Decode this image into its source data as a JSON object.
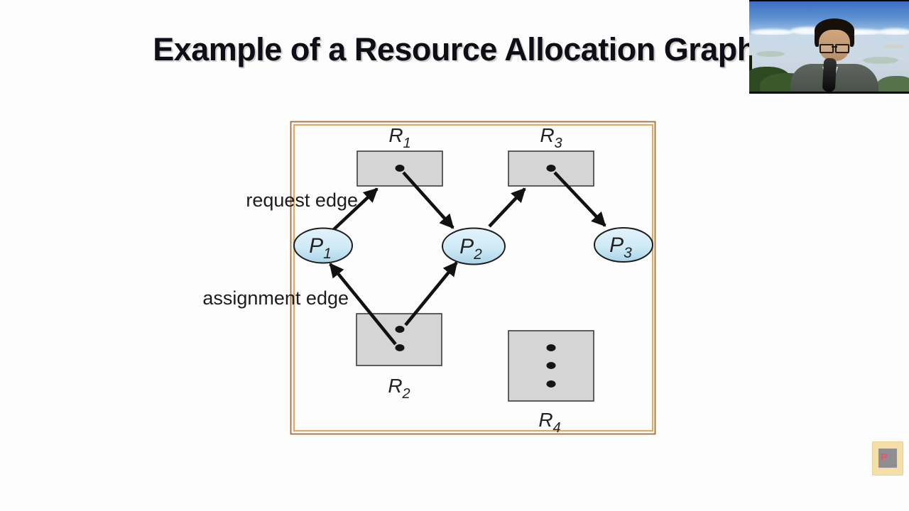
{
  "slide": {
    "title": "Example of a Resource Allocation Graph"
  },
  "labels": {
    "request_edge": "request edge",
    "assignment_edge": "assignment edge"
  },
  "graph": {
    "nodes": {
      "r1": {
        "base": "R",
        "sub": "1"
      },
      "r2": {
        "base": "R",
        "sub": "2"
      },
      "r3": {
        "base": "R",
        "sub": "3"
      },
      "r4": {
        "base": "R",
        "sub": "4"
      },
      "p1": {
        "base": "P",
        "sub": "1"
      },
      "p2": {
        "base": "P",
        "sub": "2"
      },
      "p3": {
        "base": "P",
        "sub": "3"
      }
    },
    "resource_instances": {
      "r1": 1,
      "r2": 2,
      "r3": 1,
      "r4": 3
    },
    "edges": [
      {
        "from": "P1",
        "to": "R1",
        "type": "request"
      },
      {
        "from": "R1",
        "to": "P2",
        "type": "assignment"
      },
      {
        "from": "P2",
        "to": "R3",
        "type": "request"
      },
      {
        "from": "R3",
        "to": "P3",
        "type": "assignment"
      },
      {
        "from": "R2",
        "to": "P1",
        "type": "assignment"
      },
      {
        "from": "R2",
        "to": "P2",
        "type": "assignment"
      }
    ]
  },
  "colors": {
    "frame_outer": "#ad6a33",
    "frame_inner": "#d9ab65",
    "resource_fill": "#d5d5d5",
    "process_fill_top": "#e2f3fb",
    "process_fill_bottom": "#abd4e8",
    "edge_stroke": "#111111",
    "title_text": "#0e0e16"
  },
  "watermark": {
    "letter": "P",
    "dots": "..."
  }
}
